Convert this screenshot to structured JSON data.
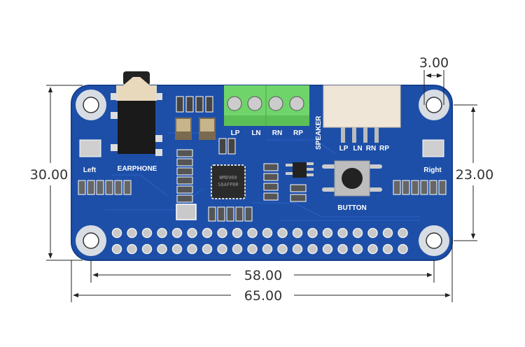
{
  "title": "WM8960 Audio HAT dimension diagram",
  "units": "mm",
  "dimensions": {
    "overall_width": "65.00",
    "hole_spacing_x": "58.00",
    "overall_height": "30.00",
    "hole_spacing_y": "23.00",
    "hole_diameter": "3.00"
  },
  "board": {
    "color": "#1d4fa8",
    "silkscreen": {
      "earphone": "EARPHONE",
      "left": "Left",
      "right": "Right",
      "speaker": "SPEAKER",
      "button": "BUTTON",
      "terminal_labels": [
        "LP",
        "LN",
        "RN",
        "RP"
      ],
      "header_labels": [
        "LP",
        "LN",
        "RN",
        "RP"
      ]
    },
    "chip_marking": [
      "WM8960",
      "S6AFP0R"
    ],
    "gpio_pins": 40
  }
}
